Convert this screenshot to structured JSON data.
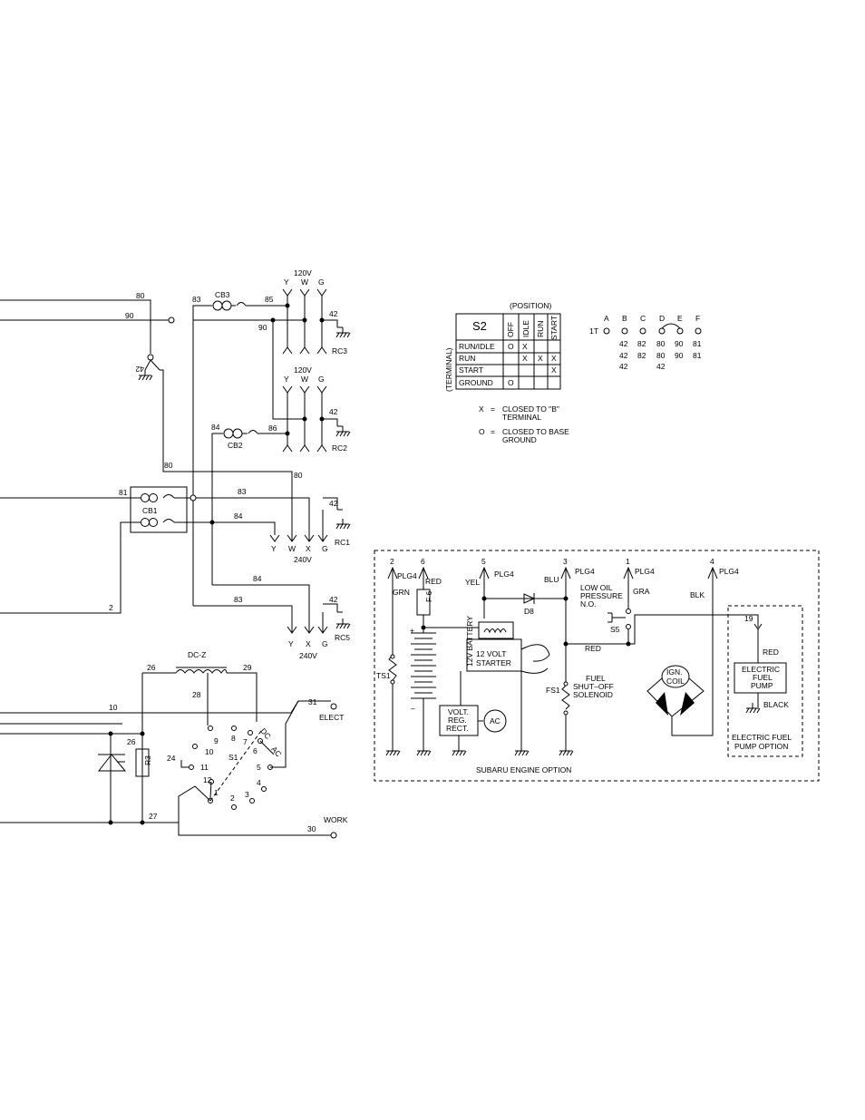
{
  "wires": {
    "w80_top": "80",
    "w90": "90",
    "w83_top": "83",
    "w85": "85",
    "w90b": "90",
    "w84": "84",
    "w86": "86",
    "w80_mid": "80",
    "w80_mid2": "80",
    "w81": "81",
    "w83_cb1": "83",
    "w84_cb1": "84",
    "w2": "2",
    "w84_low": "84",
    "w83_low": "83",
    "w42_gnd": "42",
    "w42_rc3": "42",
    "w42_rc2": "42",
    "w42_rc1": "42",
    "w42_rc5": "42",
    "w26": "26",
    "w29": "29",
    "w28": "28",
    "w10": "10",
    "w31": "31",
    "w26b": "26",
    "w24": "24",
    "w27": "27",
    "w30": "30"
  },
  "breakers": {
    "cb3": "CB3",
    "cb2": "CB2",
    "cb1": "CB1"
  },
  "receptacles": {
    "rc3": {
      "label": "RC3",
      "volt": "120V",
      "pins": [
        "Y",
        "W",
        "G"
      ]
    },
    "rc2": {
      "label": "RC2",
      "volt": "120V",
      "pins": [
        "Y",
        "W",
        "G"
      ]
    },
    "rc1": {
      "label": "RC1",
      "volt": "240V",
      "pins": [
        "Y",
        "W",
        "X",
        "G"
      ]
    },
    "rc5": {
      "label": "RC5",
      "volt": "240V",
      "pins": [
        "Y",
        "X",
        "G"
      ]
    }
  },
  "switch_s1": {
    "dcz": "DC-Z",
    "r3": "R3",
    "s1": "S1",
    "elect": "ELECT",
    "work": "WORK",
    "dc": "DC",
    "ac": "AC",
    "positions": [
      "9",
      "8",
      "7",
      "6",
      "10",
      "11",
      "5",
      "12",
      "4",
      "1",
      "2",
      "3"
    ]
  },
  "s2_table": {
    "title": "S2",
    "position_label": "(POSITION)",
    "terminal_label": "(TERMINAL)",
    "columns": [
      "OFF",
      "IDLE",
      "RUN",
      "START"
    ],
    "rows": [
      {
        "label": "RUN/IDLE",
        "cells": [
          "O",
          "X",
          "",
          ""
        ]
      },
      {
        "label": "RUN",
        "cells": [
          "",
          "X",
          "X",
          "X"
        ]
      },
      {
        "label": "START",
        "cells": [
          "",
          "",
          "",
          "X"
        ]
      },
      {
        "label": "GROUND",
        "cells": [
          "O",
          "",
          "",
          ""
        ]
      }
    ]
  },
  "legend": {
    "x_sym": "X",
    "x_eq": "=",
    "x_line1": "CLOSED TO \"B\"",
    "x_line2": "TERMINAL",
    "o_sym": "O",
    "o_eq": "=",
    "o_line1": "CLOSED TO BASE",
    "o_line2": "GROUND"
  },
  "terminal_block": {
    "name": "1T",
    "letters": [
      "A",
      "B",
      "C",
      "D",
      "E",
      "F"
    ],
    "row1": [
      "42",
      "82",
      "80",
      "90",
      "81"
    ],
    "row2": [
      "42",
      "82",
      "80",
      "90",
      "81"
    ],
    "row3": [
      "42",
      "",
      "42",
      "",
      ""
    ]
  },
  "subaru": {
    "title": "SUBARU ENGINE OPTION",
    "pin_numbers": [
      "2",
      "6",
      "5",
      "3",
      "1",
      "4"
    ],
    "plug": "PLG4",
    "wire_colors": {
      "grn": "GRN",
      "red": "RED",
      "yel": "YEL",
      "blu": "BLU",
      "gra": "GRA",
      "blk": "BLK",
      "red2": "RED"
    },
    "fuse": "F 6",
    "battery": "12V BATTERY",
    "starter_line1": "12 VOLT",
    "starter_line2": "STARTER",
    "diode": "D8",
    "ts1": "TS1",
    "reg_line1": "VOLT.",
    "reg_line2": "REG.",
    "reg_line3": "RECT.",
    "ac": "AC",
    "oil_line1": "LOW OIL",
    "oil_line2": "PRESSURE",
    "oil_line3": "N.O.",
    "s5": "S5",
    "fs1": "FS1",
    "fuel_line1": "FUEL",
    "fuel_line2": "SHUT–OFF",
    "fuel_line3": "SOLENOID",
    "coil_line1": "IGN.",
    "coil_line2": "COIL",
    "pump_wire": "19",
    "pump_red": "RED",
    "pump_line1": "ELECTRIC",
    "pump_line2": "FUEL",
    "pump_line3": "PUMP",
    "pump_black": "BLACK",
    "pump_opt_line1": "ELECTRIC FUEL",
    "pump_opt_line2": "PUMP OPTION",
    "plus": "+",
    "minus": "–"
  }
}
